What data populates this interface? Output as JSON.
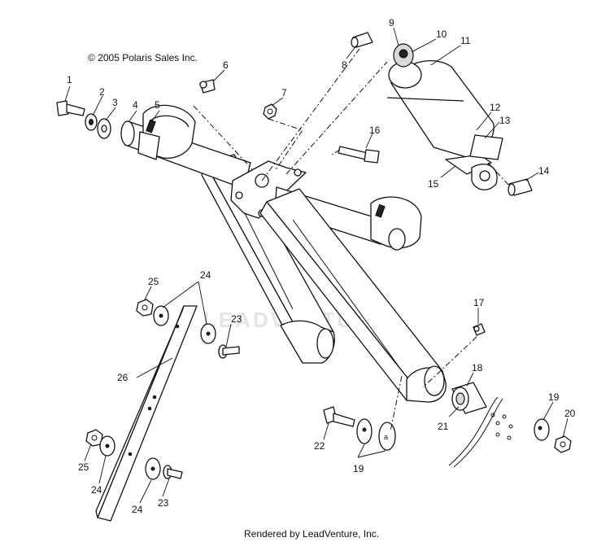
{
  "copyright": "© 2005 Polaris Sales Inc.",
  "footer": "Rendered by LeadVenture, Inc.",
  "watermark": "LEADVENTURE",
  "callouts": {
    "c1": "1",
    "c2": "2",
    "c3": "3",
    "c4": "4",
    "c5": "5",
    "c6": "6",
    "c7": "7",
    "c8": "8",
    "c9": "9",
    "c10": "10",
    "c11": "11",
    "c12": "12",
    "c13": "13",
    "c14": "14",
    "c15": "15",
    "c16": "16",
    "c17": "17",
    "c18": "18",
    "c19a": "19",
    "c19b": "19",
    "c20": "20",
    "c21": "21",
    "c22": "22",
    "c23a": "23",
    "c23b": "23",
    "c24a": "24",
    "c24b": "24",
    "c24c": "24",
    "c25a": "25",
    "c25b": "25",
    "c26": "26"
  }
}
